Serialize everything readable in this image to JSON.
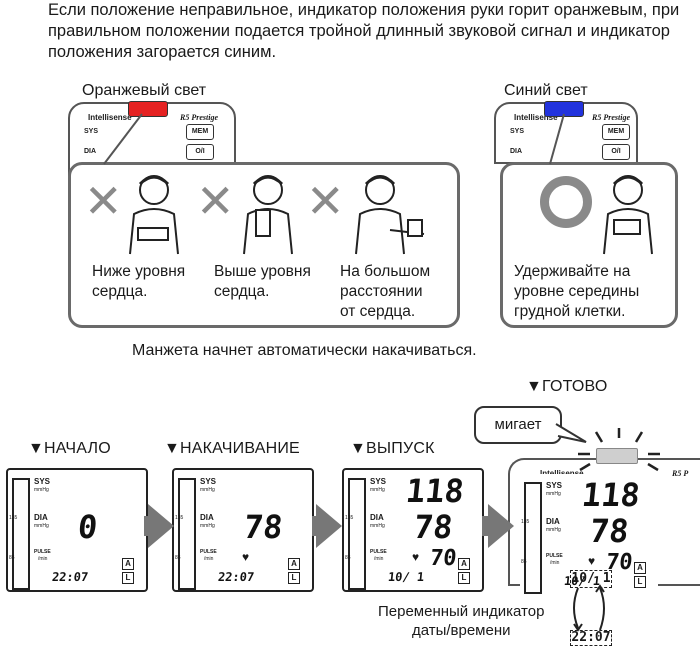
{
  "intro": "Если положение неправильное, индикатор положения руки горит оранжевым, при правильном положении подается тройной длинный звуковой сигнал и индикатор положения загорается синим.",
  "orange": {
    "label": "Оранжевый свет",
    "color": "#e52222",
    "monitor": {
      "brand": "Intellisense",
      "model": "R5 Prestige",
      "sys": "SYS",
      "dia": "DIA",
      "mem": "MEM",
      "power": "O/I"
    },
    "cases": [
      {
        "mark": "✕",
        "caption_lines": [
          "Ниже уровня",
          "сердца."
        ]
      },
      {
        "mark": "✕",
        "caption_lines": [
          "Выше уровня",
          "сердца."
        ]
      },
      {
        "mark": "✕",
        "caption_lines": [
          "На большом",
          "расстоянии",
          "от сердца."
        ]
      }
    ]
  },
  "blue": {
    "label": "Синий свет",
    "color": "#2233dd",
    "monitor": {
      "brand": "Intellisense",
      "model": "R5 Prestige",
      "sys": "SYS",
      "dia": "DIA",
      "mem": "MEM",
      "power": "O/I"
    },
    "case": {
      "caption_lines": [
        "Удерживайте на",
        "уровне середины",
        "грудной клетки."
      ]
    }
  },
  "auto_inflate": "Манжета начнет автоматически накачиваться.",
  "steps": [
    {
      "title": "▼НАЧАЛО",
      "sys": "",
      "dia": "0",
      "pulse": "",
      "time": "22:07"
    },
    {
      "title": "▼НАКАЧИВАНИЕ",
      "sys": "",
      "dia": "78",
      "pulse": "",
      "time": "22:07"
    },
    {
      "title": "▼ВЫПУСК",
      "sys": "118",
      "dia": "78",
      "pulse": "70",
      "time": "10/ 1"
    },
    {
      "title": "▼ГОТОВО",
      "sys": "118",
      "dia": "78",
      "pulse": "70",
      "time": "10/ 1"
    }
  ],
  "lcd_labels": {
    "sys": "SYS",
    "sys_unit": "mmHg",
    "dia": "DIA",
    "dia_unit": "mmHg",
    "pulse": "PULSE",
    "pulse_unit": "/min",
    "scale_top": "135",
    "scale_bottom": "85",
    "user_a": "A",
    "user_l": "L"
  },
  "final_monitor": {
    "brand": "Intellisense",
    "model": "R5 P"
  },
  "blink": "мигает",
  "alternating_label_lines": [
    "Переменный индикатор",
    "даты/времени"
  ],
  "alt_time": "22:07"
}
